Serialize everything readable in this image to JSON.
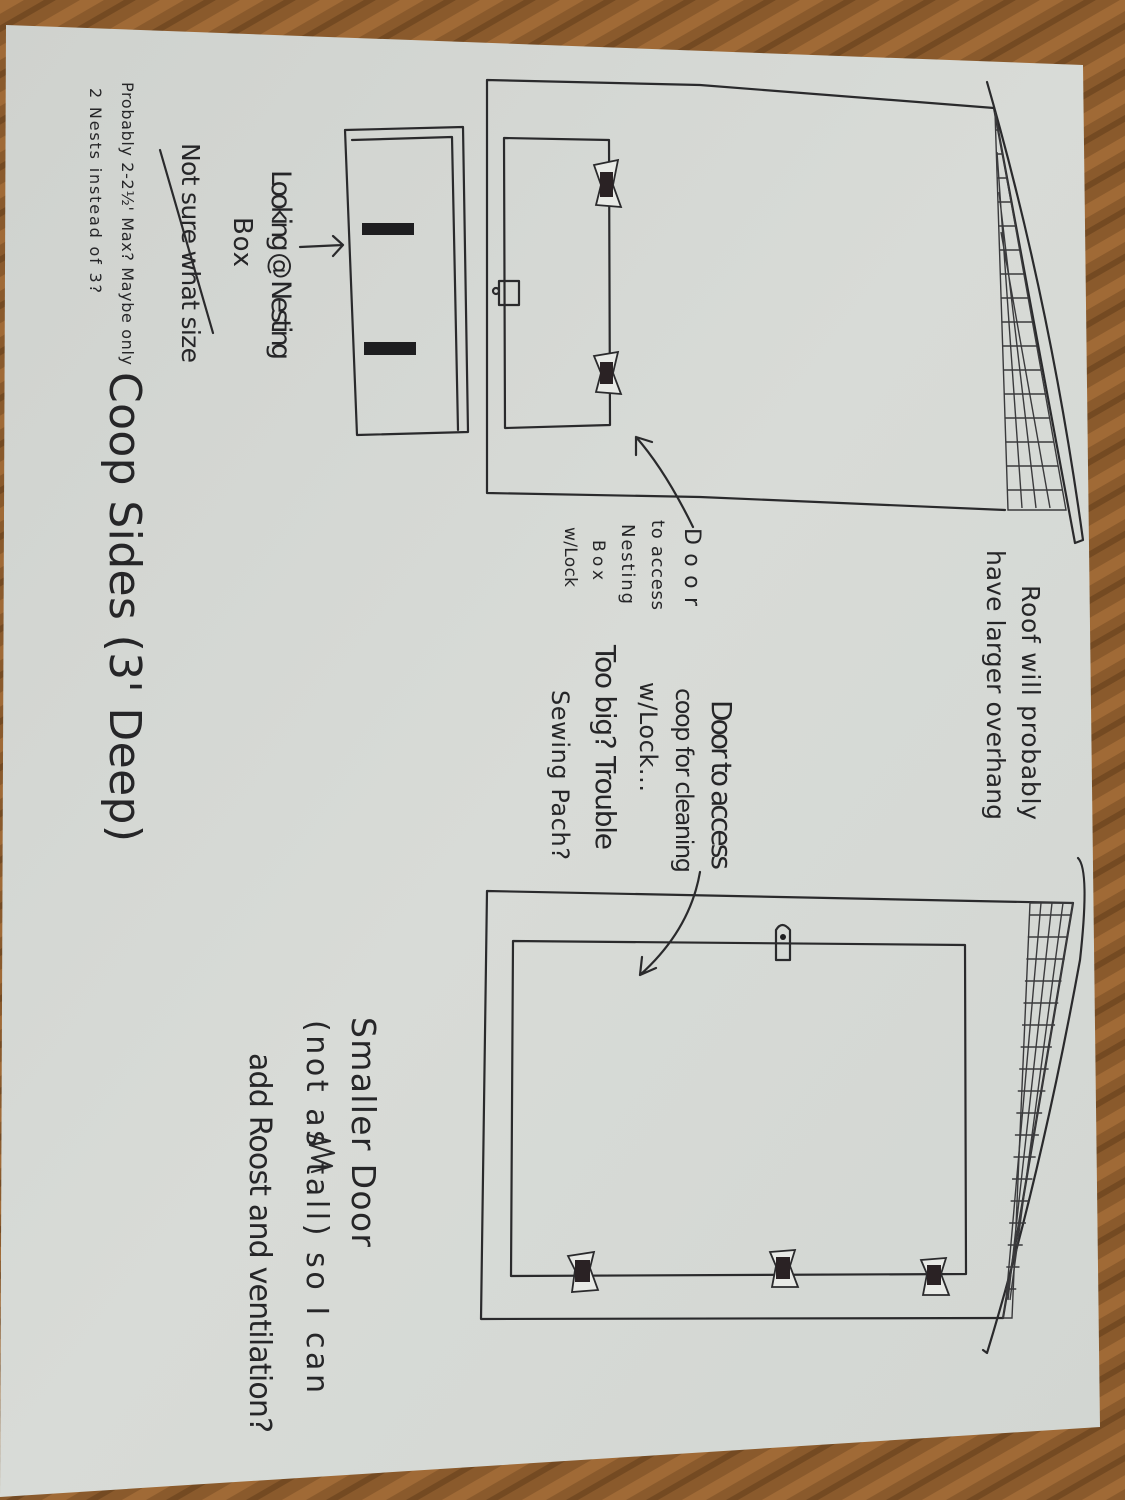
{
  "colors": {
    "paper": "#d5d8d4",
    "wood": "#8a5a2c",
    "ink": "#2a2a2c"
  },
  "top_drawing": {
    "roof_note": [
      "Roof will probably",
      "have larger overhang"
    ],
    "cleaning_door_note": [
      "Door to access",
      "coop for cleaning",
      "w/Lock...",
      "Too big? Trouble",
      "Sewing Pach?"
    ],
    "nest_door_note": [
      "Door",
      "to access",
      "Nesting",
      "Box",
      "w/Lock"
    ]
  },
  "nesting_notes": {
    "label": [
      "Looking @ Nesting",
      "Box"
    ],
    "question": "Not sure what size",
    "detail": [
      "Probably 2-2½' Max? Maybe only",
      "2 Nests instead of 3?"
    ]
  },
  "title": "Coop Sides (3' Deep)",
  "bottom_drawing": {
    "door_note": [
      "Smaller Door",
      "(not as tall) so I can",
      "add Roost and ventilation?"
    ]
  }
}
